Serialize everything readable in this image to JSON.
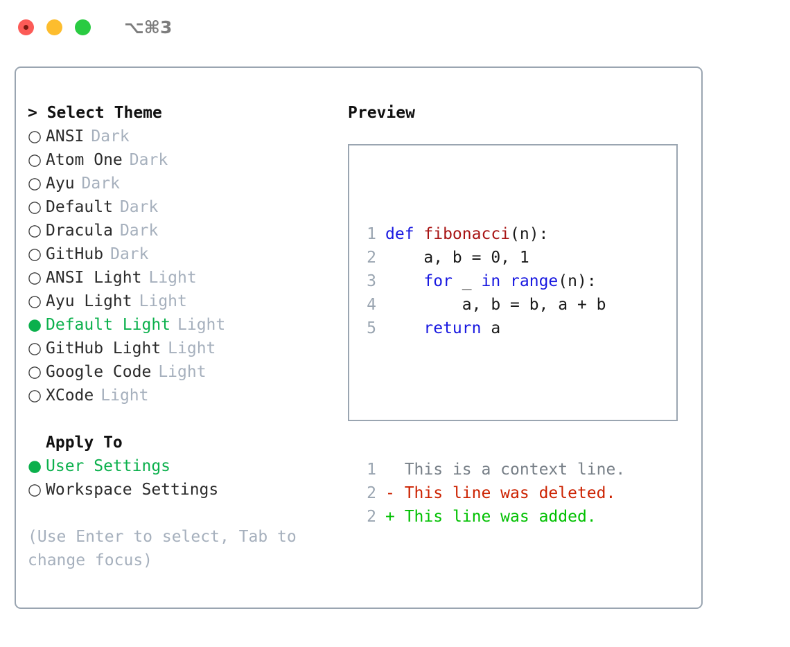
{
  "titlebar": {
    "shortcut": "⌥⌘3",
    "buttons": [
      "close",
      "minimize",
      "maximize"
    ]
  },
  "left": {
    "header": "> Select Theme",
    "themes": [
      {
        "bullet": "○",
        "name": "ANSI",
        "tag": "Dark",
        "selected": false
      },
      {
        "bullet": "○",
        "name": "Atom One",
        "tag": "Dark",
        "selected": false
      },
      {
        "bullet": "○",
        "name": "Ayu",
        "tag": "Dark",
        "selected": false
      },
      {
        "bullet": "○",
        "name": "Default",
        "tag": "Dark",
        "selected": false
      },
      {
        "bullet": "○",
        "name": "Dracula",
        "tag": "Dark",
        "selected": false
      },
      {
        "bullet": "○",
        "name": "GitHub",
        "tag": "Dark",
        "selected": false
      },
      {
        "bullet": "○",
        "name": "ANSI Light",
        "tag": "Light",
        "selected": false
      },
      {
        "bullet": "○",
        "name": "Ayu Light",
        "tag": "Light",
        "selected": false
      },
      {
        "bullet": "●",
        "name": "Default Light",
        "tag": "Light",
        "selected": true
      },
      {
        "bullet": "○",
        "name": "GitHub Light",
        "tag": "Light",
        "selected": false
      },
      {
        "bullet": "○",
        "name": "Google Code",
        "tag": "Light",
        "selected": false
      },
      {
        "bullet": "○",
        "name": "XCode",
        "tag": "Light",
        "selected": false
      }
    ],
    "apply_to_header": "Apply To",
    "apply_to": [
      {
        "bullet": "●",
        "name": "User Settings",
        "selected": true
      },
      {
        "bullet": "○",
        "name": "Workspace Settings",
        "selected": false
      }
    ],
    "hint": "(Use Enter to select, Tab to change focus)"
  },
  "right": {
    "title": "Preview",
    "code_lines": [
      {
        "no": "1",
        "tokens": [
          {
            "t": "def ",
            "c": "kw"
          },
          {
            "t": "fibonacci",
            "c": "fn"
          },
          {
            "t": "(n):",
            "c": "pl"
          }
        ]
      },
      {
        "no": "2",
        "tokens": [
          {
            "t": "    a, b = 0, 1",
            "c": "pl"
          }
        ]
      },
      {
        "no": "3",
        "tokens": [
          {
            "t": "    ",
            "c": "pl"
          },
          {
            "t": "for",
            "c": "kw"
          },
          {
            "t": " _ ",
            "c": "pl"
          },
          {
            "t": "in",
            "c": "kw"
          },
          {
            "t": " ",
            "c": "pl"
          },
          {
            "t": "range",
            "c": "kw"
          },
          {
            "t": "(n):",
            "c": "pl"
          }
        ]
      },
      {
        "no": "4",
        "tokens": [
          {
            "t": "        a, b = b, a + b",
            "c": "pl"
          }
        ]
      },
      {
        "no": "5",
        "tokens": [
          {
            "t": "    ",
            "c": "pl"
          },
          {
            "t": "return",
            "c": "kw"
          },
          {
            "t": " a",
            "c": "pl"
          }
        ]
      }
    ],
    "diff_lines": [
      {
        "no": "1",
        "marker": " ",
        "text": " This is a context line.",
        "kind": "diff-ctx"
      },
      {
        "no": "2",
        "marker": "-",
        "text": " This line was deleted.",
        "kind": "diff-del"
      },
      {
        "no": "2",
        "marker": "+",
        "text": " This line was added.",
        "kind": "diff-add"
      }
    ]
  },
  "colors": {
    "accent_green": "#0bb04c",
    "diff_add": "#00c000",
    "diff_del": "#cc2200",
    "keyword_blue": "#1818e0",
    "function_red": "#a81414",
    "muted": "#a6b0bd",
    "border": "#9aa5b1"
  }
}
